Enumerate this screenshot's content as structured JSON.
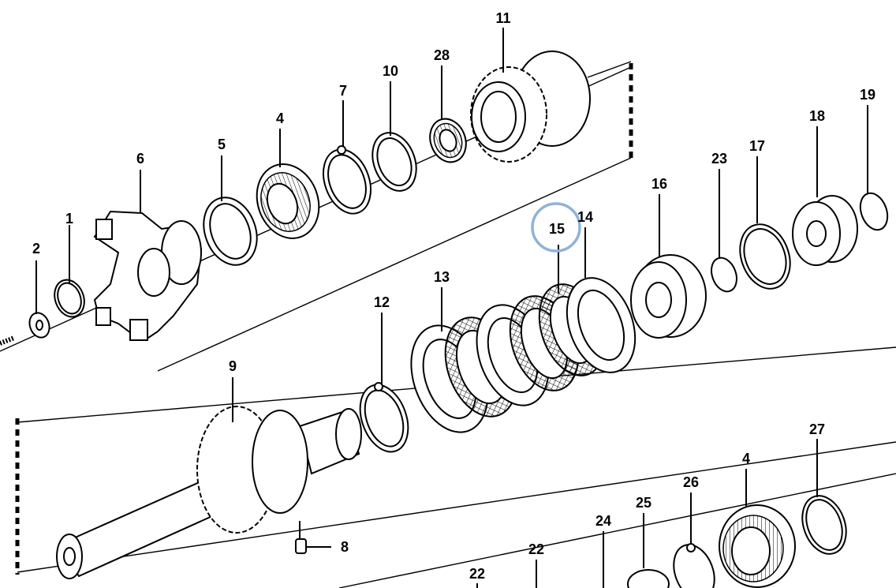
{
  "highlight_color": "#8fb3d9",
  "callouts": [
    {
      "id": "c1",
      "text": "1"
    },
    {
      "id": "c2",
      "text": "2"
    },
    {
      "id": "c4a",
      "text": "4"
    },
    {
      "id": "c5",
      "text": "5"
    },
    {
      "id": "c6",
      "text": "6"
    },
    {
      "id": "c7",
      "text": "7"
    },
    {
      "id": "c8",
      "text": "8"
    },
    {
      "id": "c9",
      "text": "9"
    },
    {
      "id": "c10",
      "text": "10"
    },
    {
      "id": "c11",
      "text": "11"
    },
    {
      "id": "c12",
      "text": "12"
    },
    {
      "id": "c13",
      "text": "13"
    },
    {
      "id": "c14",
      "text": "14"
    },
    {
      "id": "c15",
      "text": "15"
    },
    {
      "id": "c16",
      "text": "16"
    },
    {
      "id": "c17",
      "text": "17"
    },
    {
      "id": "c18",
      "text": "18"
    },
    {
      "id": "c19",
      "text": "19"
    },
    {
      "id": "c22a",
      "text": "22"
    },
    {
      "id": "c22b",
      "text": "22"
    },
    {
      "id": "c23",
      "text": "23"
    },
    {
      "id": "c24",
      "text": "24"
    },
    {
      "id": "c25",
      "text": "25"
    },
    {
      "id": "c26",
      "text": "26"
    },
    {
      "id": "c27",
      "text": "27"
    },
    {
      "id": "c28",
      "text": "28"
    },
    {
      "id": "c4b",
      "text": "4"
    }
  ]
}
